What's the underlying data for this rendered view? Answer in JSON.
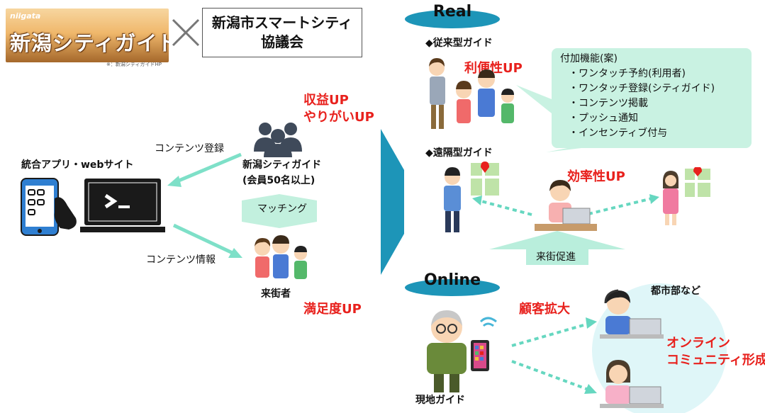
{
  "header": {
    "logo_small": "niigata",
    "logo_main": "新潟シティガイド",
    "logo_note": "※：新潟シティガイドHP",
    "council_line1": "新潟市スマートシティ",
    "council_line2": "協議会"
  },
  "left": {
    "app_label": "統合アプリ・webサイト",
    "content_register": "コンテンツ登録",
    "content_info": "コンテンツ情報",
    "guide_name_line1": "新潟シティガイド",
    "guide_name_line2": "(会員50名以上)",
    "matching": "マッチング",
    "visitors": "来街者",
    "profit_up": "収益UP",
    "motivation_up": "やりがいUP",
    "satisfaction_up": "満足度UP"
  },
  "real": {
    "title": "Real",
    "conventional_guide": "◆従来型ガイド",
    "convenience_up": "利便性UP",
    "remote_guide": "◆遠隔型ガイド",
    "efficiency_up": "効率性UP",
    "visit_promotion": "来街促進"
  },
  "callout": {
    "title": "付加機能(案)",
    "items": [
      "・ワンタッチ予約(利用者)",
      "・ワンタッチ登録(シティガイド)",
      "・コンテンツ掲載",
      "・プッシュ通知",
      "・インセンティブ付与"
    ]
  },
  "online": {
    "title": "Online",
    "customer_expansion": "顧客拡大",
    "urban_area": "都市部など",
    "community_line1": "オンライン",
    "community_line2": "コミュニティ形成",
    "local_guide": "現地ガイド"
  },
  "colors": {
    "accent_teal": "#1d95b8",
    "highlight_red": "#e8211d",
    "callout_bg": "#c9f2e2",
    "arrow_mint": "#b9eedc"
  }
}
